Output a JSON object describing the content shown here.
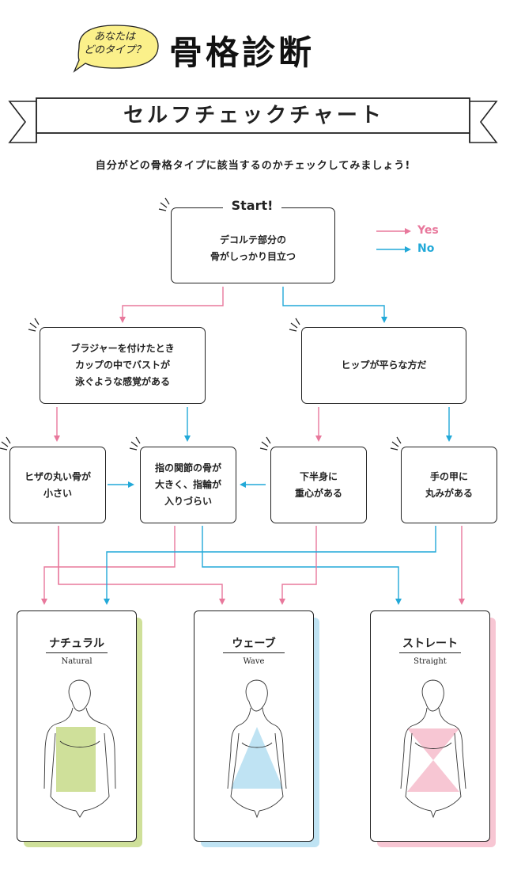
{
  "header": {
    "bubble_line1": "あなたは",
    "bubble_line2": "どのタイプ？",
    "title": "骨格診断",
    "subtitle": "セルフチェックチャート",
    "intro": "自分がどの骨格タイプに該当するのかチェックしてみましょう!"
  },
  "legend": {
    "yes": "Yes",
    "no": "No",
    "yes_color": "#e8789c",
    "no_color": "#22a9d8"
  },
  "nodes": {
    "start_label": "Start!",
    "start": "デコルテ部分の\n骨がしっかり目立つ",
    "bra": "ブラジャーを付けたとき\nカップの中でバストが\n泳ぐような感覚がある",
    "hip": "ヒップが平らな方だ",
    "knee": "ヒザの丸い骨が\n小さい",
    "finger": "指の関節の骨が\n大きく、指輪が\n入りづらい",
    "lower": "下半身に\n重心がある",
    "hand": "手の甲に\n丸みがある"
  },
  "results": [
    {
      "name": "ナチュラル",
      "en": "Natural",
      "color": "#cfe09a"
    },
    {
      "name": "ウェーブ",
      "en": "Wave",
      "color": "#bfe3f3"
    },
    {
      "name": "ストレート",
      "en": "Straight",
      "color": "#f7c6d3"
    }
  ]
}
